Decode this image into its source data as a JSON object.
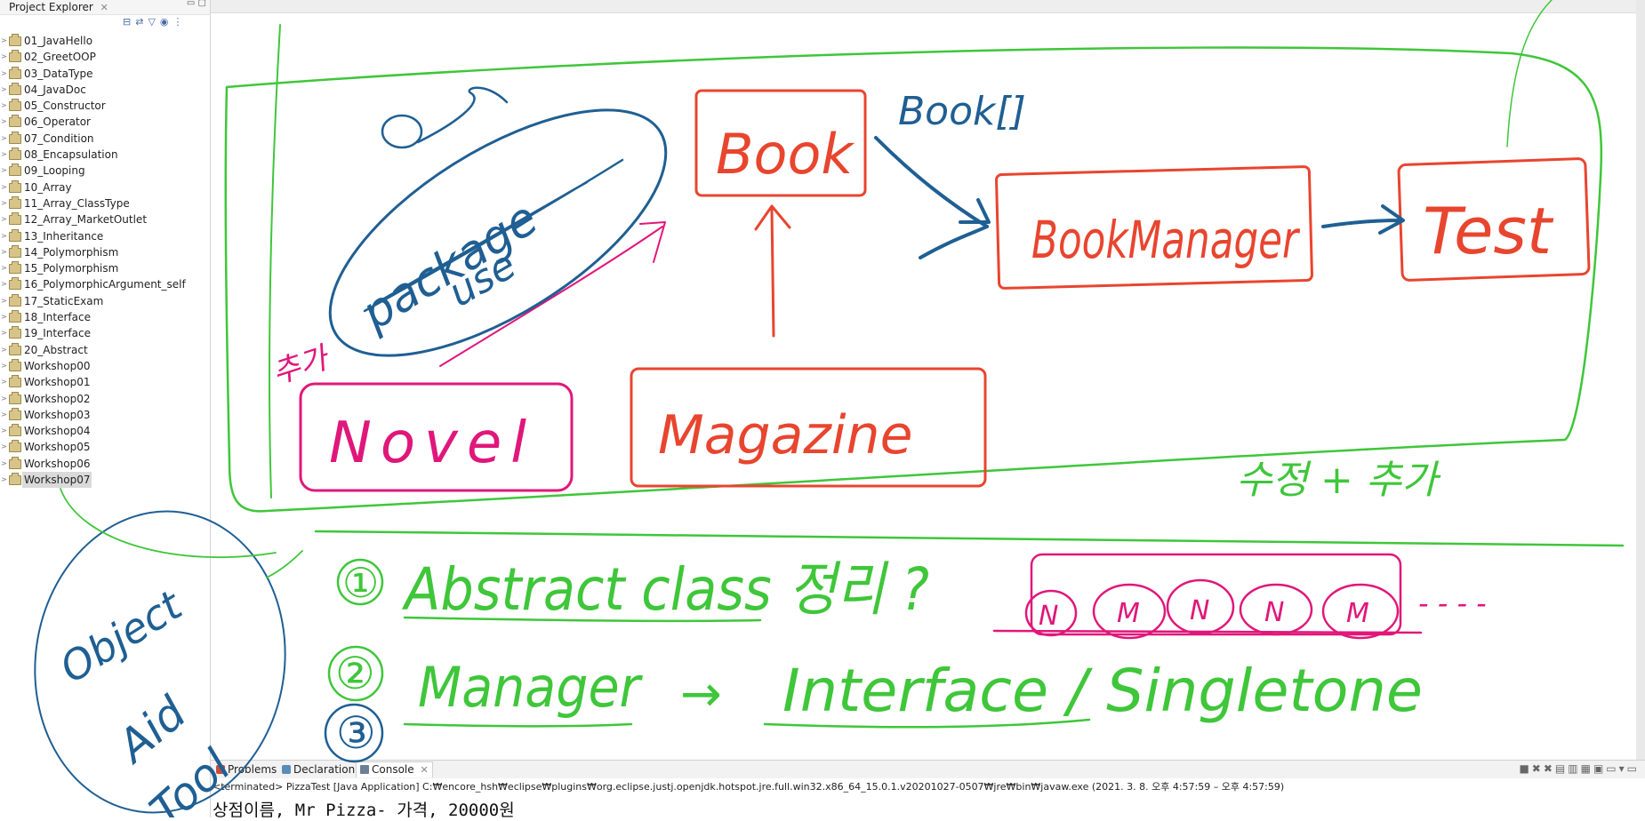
{
  "project_explorer": {
    "title": "Project Explorer",
    "close": "✕",
    "window_buttons": "▭ ▢",
    "toolbar_icons": [
      "collapse-all-icon",
      "link-editor-icon",
      "filter-icon",
      "focus-icon",
      "view-menu-icon"
    ],
    "items": [
      "01_JavaHello",
      "02_GreetOOP",
      "03_DataType",
      "04_JavaDoc",
      "05_Constructor",
      "06_Operator",
      "07_Condition",
      "08_Encapsulation",
      "09_Looping",
      "10_Array",
      "11_Array_ClassType",
      "12_Array_MarketOutlet",
      "13_Inheritance",
      "14_Polymorphism",
      "15_Polymorphism",
      "16_PolymorphicArgument_self",
      "17_StaticExam",
      "18_Interface",
      "19_Interface",
      "20_Abstract",
      "Workshop00",
      "Workshop01",
      "Workshop02",
      "Workshop03",
      "Workshop04",
      "Workshop05",
      "Workshop06",
      "Workshop07"
    ],
    "selected": "Workshop07"
  },
  "console_panel": {
    "tabs": [
      {
        "label": "Problems",
        "icon": "problems-icon"
      },
      {
        "label": "Declaration",
        "icon": "declaration-icon"
      },
      {
        "label": "Console",
        "icon": "console-icon",
        "active": true
      }
    ],
    "close": "✕",
    "status": "<terminated> PizzaTest [Java Application] C:₩encore_hsh₩eclipse₩plugins₩org.eclipse.justj.openjdk.hotspot.jre.full.win32.x86_64_15.0.1.v20201027-0507₩jre₩bin₩javaw.exe  (2021. 3. 8. 오후 4:57:59 – 오후 4:57:59)",
    "output": "상점이름, Mr Pizza- 가격, 20000원"
  },
  "annotations": {
    "book": "Book",
    "book_arr": "Book[]",
    "book_manager": "BookManager",
    "test": "Test",
    "novel": "Novel",
    "magazine": "Magazine",
    "package_note": "package",
    "package_note2": "use",
    "add": "추가",
    "modify_add": "수정 + 추가",
    "item1_num": "①",
    "item1": "Abstract class 정리 ?",
    "item2_num": "②",
    "item2a": "Manager",
    "item2b": "→",
    "item2c": "Interface / Singletone",
    "item3_num": "③",
    "objectaid": [
      "Object",
      "Aid",
      "Tool"
    ],
    "array_cells": [
      "N",
      "M",
      "N",
      "N",
      "M"
    ],
    "ellipsis": "- - - -",
    "colors": {
      "green": "#3fc63a",
      "red": "#e8452f",
      "blue": "#1f5f93",
      "magenta": "#e0177a"
    }
  }
}
